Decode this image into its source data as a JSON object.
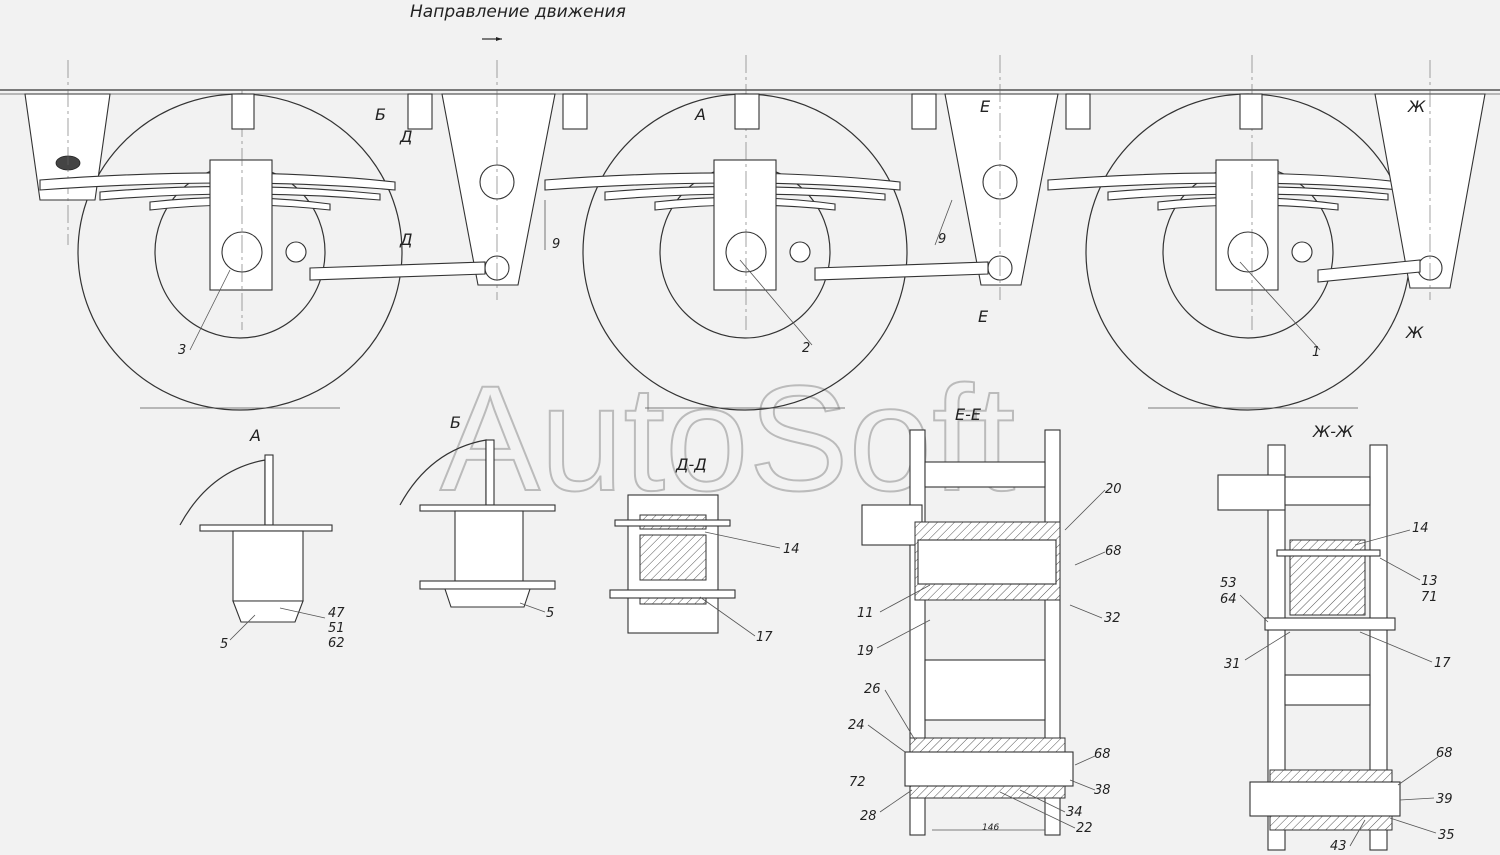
{
  "title": "Направление движения",
  "watermark": "AutoSoft",
  "section_labels": {
    "A": "А",
    "B": "Б",
    "D_D": "Д-Д",
    "E_E": "Е-Е",
    "Zh_Zh": "Ж-Ж",
    "D": "Д",
    "E": "Е",
    "Zh": "Ж"
  },
  "callouts": {
    "axle_1": "1",
    "axle_2": "2",
    "axle_3": "3",
    "p9a": "9",
    "p9b": "9",
    "p5a": "5",
    "p5b": "5",
    "p47": "47",
    "p51": "51",
    "p62": "62",
    "p14a": "14",
    "p17a": "17",
    "p20": "20",
    "p68a": "68",
    "p11": "11",
    "p32": "32",
    "p19": "19",
    "p26": "26",
    "p24": "24",
    "p72": "72",
    "p28": "28",
    "p68b": "68",
    "p38": "38",
    "p34": "34",
    "p22": "22",
    "p14b": "14",
    "p53": "53",
    "p64": "64",
    "p13": "13",
    "p71": "71",
    "p31": "31",
    "p17b": "17",
    "p68c": "68",
    "p39": "39",
    "p35": "35",
    "p43": "43"
  },
  "dimension": "146"
}
